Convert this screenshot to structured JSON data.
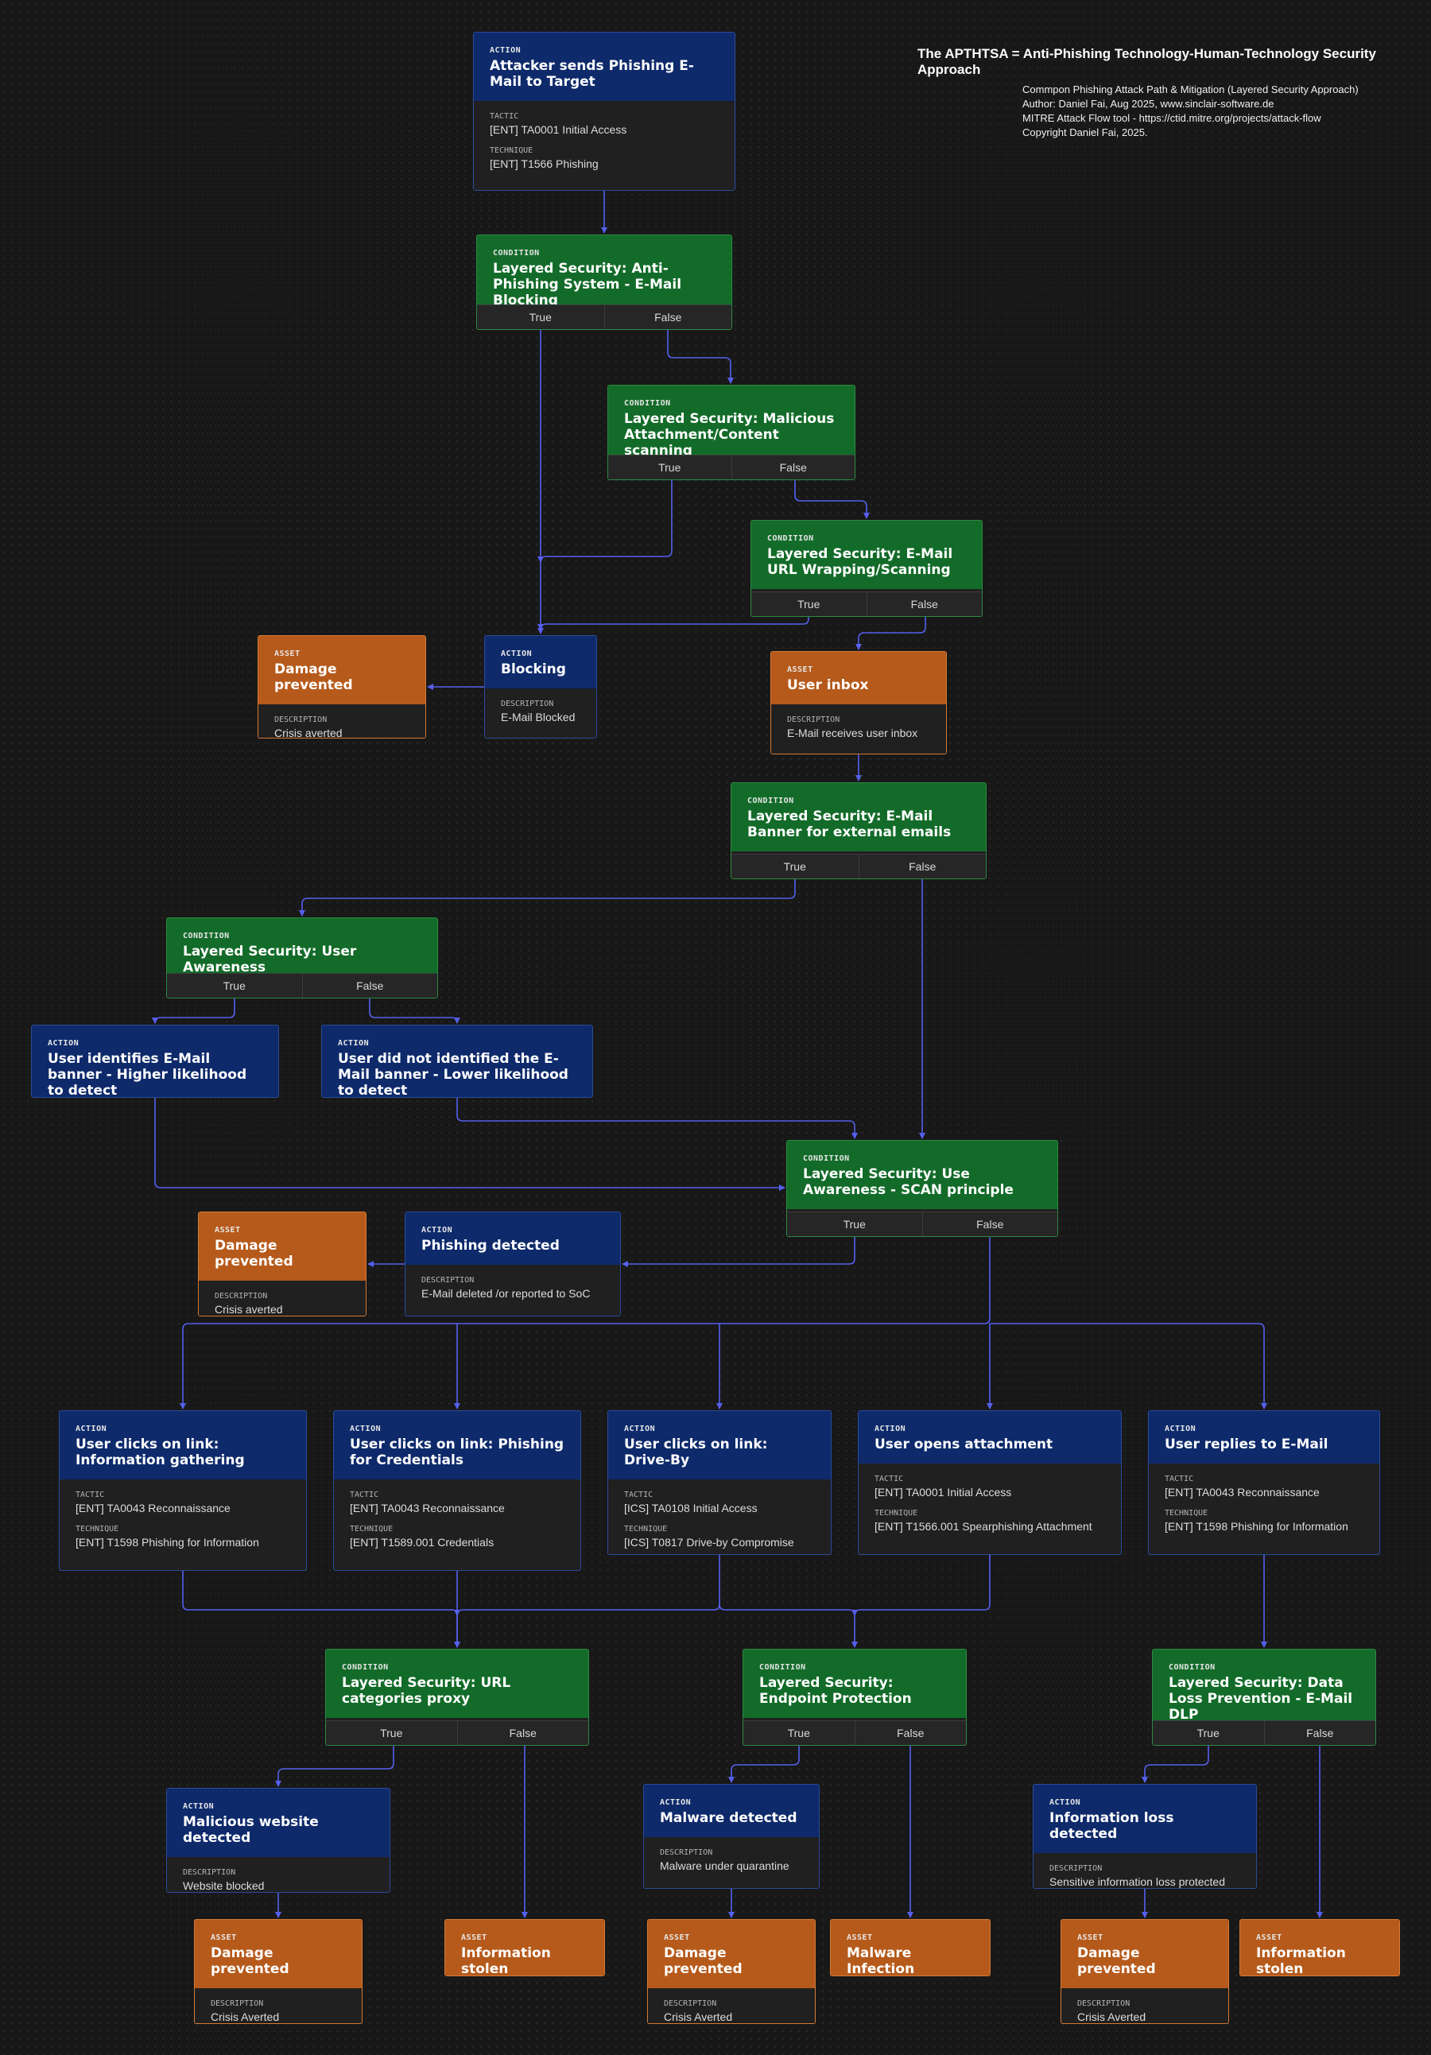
{
  "header": {
    "title": "The APTHTSA = Anti-Phishing Technology-Human-Technology Security Approach",
    "lines": [
      "Commpon Phishing Attack Path & Mitigation (Layered Security Approach)",
      "Author: Daniel Fai, Aug 2025, www.sinclair-software.de",
      "MITRE Attack Flow tool - https://ctid.mitre.org/projects/attack-flow",
      "Copyright Daniel Fai, 2025."
    ]
  },
  "colors": {
    "action": "#0e2a6b",
    "condition": "#136b29",
    "asset": "#b65a1b",
    "edge": "#5560ee",
    "background": "#181818"
  },
  "nodes": {
    "n1": {
      "type": "ACTION",
      "title": "Attacker sends Phishing E-Mail to Target",
      "props": [
        {
          "name": "TACTIC",
          "value": "[ENT] TA0001 Initial Access"
        },
        {
          "name": "TECHNIQUE",
          "value": "[ENT] T1566 Phishing"
        }
      ]
    },
    "n2": {
      "type": "CONDITION",
      "title": "Layered Security: Anti-Phishing System - E-Mail Blocking",
      "branches": [
        "True",
        "False"
      ]
    },
    "n3": {
      "type": "CONDITION",
      "title": "Layered Security: Malicious Attachment/Content scanning",
      "branches": [
        "True",
        "False"
      ]
    },
    "n4": {
      "type": "CONDITION",
      "title": "Layered Security: E-Mail URL Wrapping/Scanning",
      "branches": [
        "True",
        "False"
      ]
    },
    "n5": {
      "type": "ASSET",
      "title": "Damage prevented",
      "props": [
        {
          "name": "DESCRIPTION",
          "value": "Crisis averted"
        }
      ]
    },
    "n6": {
      "type": "ACTION",
      "title": "Blocking",
      "props": [
        {
          "name": "DESCRIPTION",
          "value": "E-Mail Blocked"
        }
      ]
    },
    "n7": {
      "type": "ASSET",
      "title": "User inbox",
      "props": [
        {
          "name": "DESCRIPTION",
          "value": "E-Mail receives user inbox"
        }
      ]
    },
    "n8": {
      "type": "CONDITION",
      "title": "Layered Security: E-Mail Banner for external emails",
      "branches": [
        "True",
        "False"
      ]
    },
    "n9": {
      "type": "CONDITION",
      "title": "Layered Security: User Awareness",
      "branches": [
        "True",
        "False"
      ]
    },
    "n10": {
      "type": "ACTION",
      "title": "User identifies E-Mail banner - Higher likelihood to detect"
    },
    "n11": {
      "type": "ACTION",
      "title": "User did not identified the E-Mail banner - Lower likelihood to detect"
    },
    "n12": {
      "type": "CONDITION",
      "title": "Layered Security: Use Awareness - SCAN principle",
      "branches": [
        "True",
        "False"
      ]
    },
    "n13": {
      "type": "ASSET",
      "title": "Damage prevented",
      "props": [
        {
          "name": "DESCRIPTION",
          "value": "Crisis averted"
        }
      ]
    },
    "n14": {
      "type": "ACTION",
      "title": "Phishing detected",
      "props": [
        {
          "name": "DESCRIPTION",
          "value": "E-Mail deleted /or reported to SoC"
        }
      ]
    },
    "n15": {
      "type": "ACTION",
      "title": "User clicks on link: Information gathering",
      "props": [
        {
          "name": "TACTIC",
          "value": "[ENT] TA0043 Reconnaissance"
        },
        {
          "name": "TECHNIQUE",
          "value": "[ENT] T1598 Phishing for Information"
        }
      ]
    },
    "n16": {
      "type": "ACTION",
      "title": "User clicks on link: Phishing for Credentials",
      "props": [
        {
          "name": "TACTIC",
          "value": "[ENT] TA0043 Reconnaissance"
        },
        {
          "name": "TECHNIQUE",
          "value": "[ENT] T1589.001 Credentials"
        }
      ]
    },
    "n17": {
      "type": "ACTION",
      "title": "User clicks on link: Drive-By",
      "props": [
        {
          "name": "TACTIC",
          "value": "[ICS] TA0108 Initial Access"
        },
        {
          "name": "TECHNIQUE",
          "value": "[ICS] T0817 Drive-by Compromise"
        }
      ]
    },
    "n18": {
      "type": "ACTION",
      "title": "User opens attachment",
      "props": [
        {
          "name": "TACTIC",
          "value": "[ENT] TA0001 Initial Access"
        },
        {
          "name": "TECHNIQUE",
          "value": "[ENT] T1566.001 Spearphishing Attachment"
        }
      ]
    },
    "n19": {
      "type": "ACTION",
      "title": "User replies to E-Mail",
      "props": [
        {
          "name": "TACTIC",
          "value": "[ENT] TA0043 Reconnaissance"
        },
        {
          "name": "TECHNIQUE",
          "value": "[ENT] T1598 Phishing for Information"
        }
      ]
    },
    "n20": {
      "type": "CONDITION",
      "title": "Layered Security: URL categories proxy",
      "branches": [
        "True",
        "False"
      ]
    },
    "n21": {
      "type": "CONDITION",
      "title": "Layered Security: Endpoint Protection",
      "branches": [
        "True",
        "False"
      ]
    },
    "n22": {
      "type": "CONDITION",
      "title": "Layered Security: Data Loss Prevention - E-Mail DLP",
      "branches": [
        "True",
        "False"
      ]
    },
    "n23": {
      "type": "ACTION",
      "title": "Malicious website detected",
      "props": [
        {
          "name": "DESCRIPTION",
          "value": "Website blocked"
        }
      ]
    },
    "n24": {
      "type": "ACTION",
      "title": "Malware detected",
      "props": [
        {
          "name": "DESCRIPTION",
          "value": "Malware under quarantine"
        }
      ]
    },
    "n25": {
      "type": "ACTION",
      "title": "Information loss detected",
      "props": [
        {
          "name": "DESCRIPTION",
          "value": "Sensitive information loss protected"
        }
      ]
    },
    "n26": {
      "type": "ASSET",
      "title": "Damage prevented",
      "props": [
        {
          "name": "DESCRIPTION",
          "value": "Crisis Averted"
        }
      ]
    },
    "n27": {
      "type": "ASSET",
      "title": "Information stolen"
    },
    "n28": {
      "type": "ASSET",
      "title": "Damage prevented",
      "props": [
        {
          "name": "DESCRIPTION",
          "value": "Crisis Averted"
        }
      ]
    },
    "n29": {
      "type": "ASSET",
      "title": "Malware Infection"
    },
    "n30": {
      "type": "ASSET",
      "title": "Damage prevented",
      "props": [
        {
          "name": "DESCRIPTION",
          "value": "Crisis Averted"
        }
      ]
    },
    "n31": {
      "type": "ASSET",
      "title": "Information stolen"
    }
  }
}
